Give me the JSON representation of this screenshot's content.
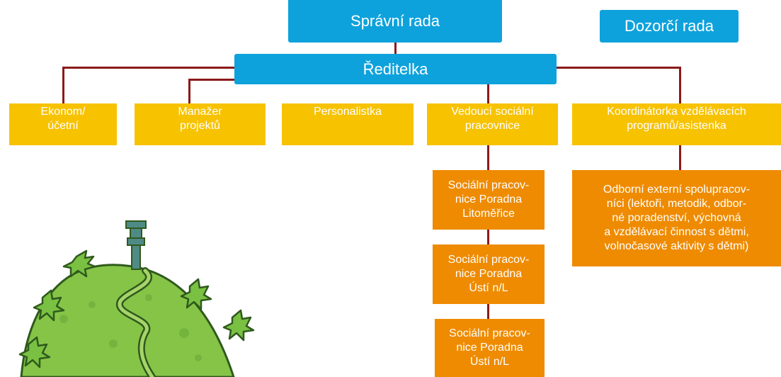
{
  "colors": {
    "connector": "#8b1a1a",
    "blue_box": "#0ea2dc",
    "yellow_box": "#f7c200",
    "orange_box": "#ef8b00",
    "box_text": "#ffffff"
  },
  "org_chart": {
    "board": "Správní rada",
    "supervisory_board": "Dozorčí rada",
    "director": "Ředitelka",
    "staff": [
      "Ekonom/\núčetní",
      "Manažer\nprojektů",
      "Personalistka",
      "Vedoucí sociální\npracovnice",
      "Koordinátorka vzdělávacích\nprogramů/asistenka"
    ],
    "social_workers": [
      "Sociální pracov-\nnice Poradna\nLitoměřice",
      "Sociální pracov-\nnice Poradna\nÚstí n/L",
      "Sociální pracov-\nnice Poradna\nÚstí n/L"
    ],
    "external": "Odborní externí spolupracov-\nníci (lektoři, metodik, odbor-\nné poradenství, výchovná\na vzdělávací činnost s dětmi,\nvolnočasové aktivity s dětmi)"
  },
  "illustration": {
    "icon": "green-hill-with-trees-illustration"
  }
}
